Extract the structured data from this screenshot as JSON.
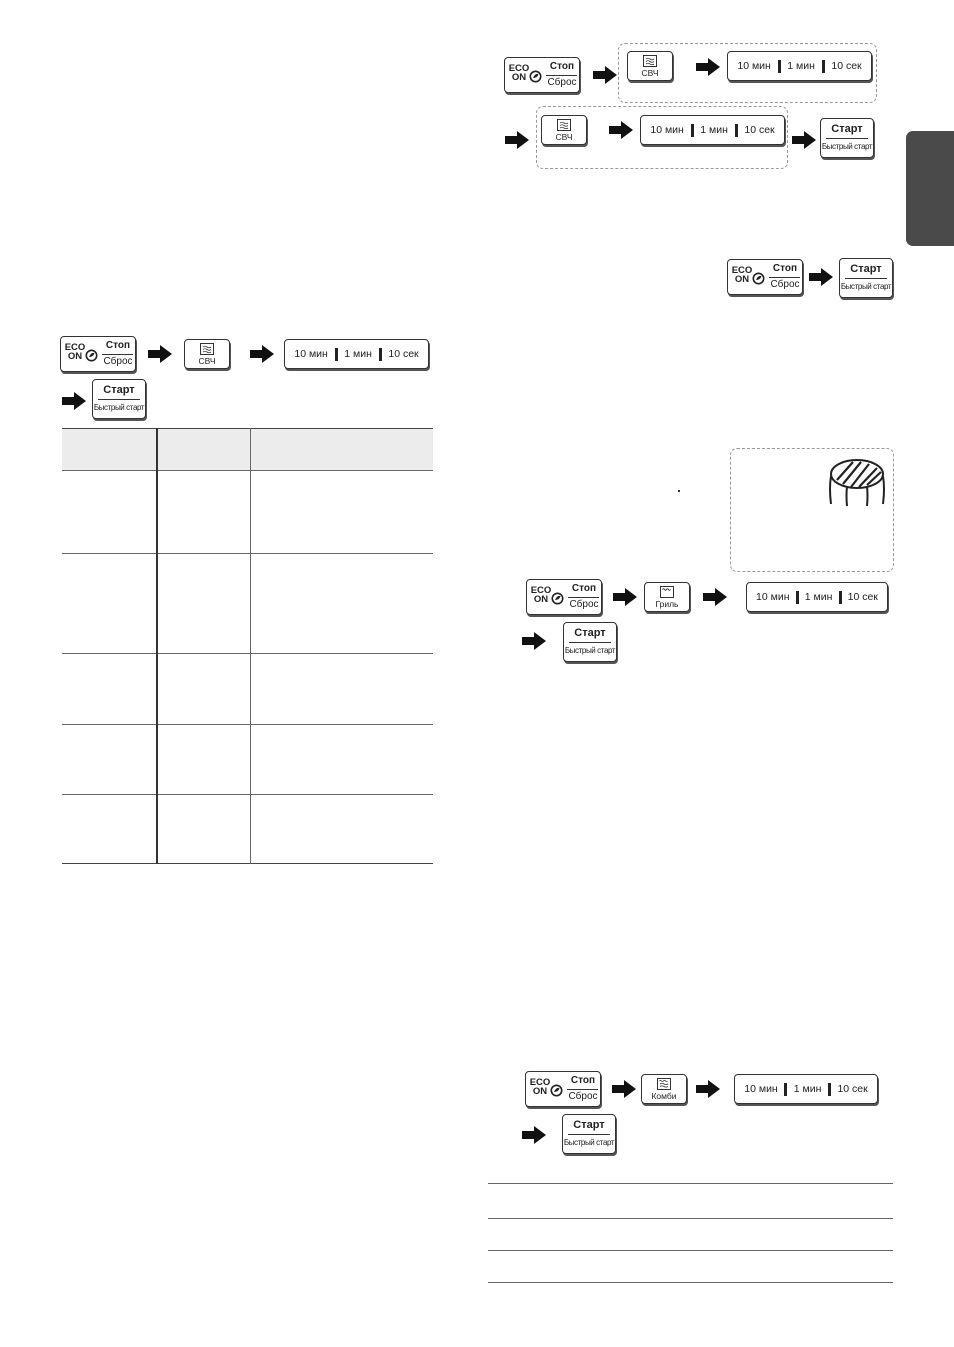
{
  "side_tab": {
    "color": "#4a4a4a"
  },
  "buttons": {
    "eco_line1": "ECO",
    "eco_line2": "ON",
    "stop": "Стоп",
    "reset": "Сброс",
    "mw": "СВЧ",
    "grill": "Гриль",
    "combi": "Комби",
    "t10min": "10 мин",
    "t1min": "1 мин",
    "t10sec": "10 сек",
    "start": "Старт",
    "quick_start": "Быстрый старт"
  },
  "icons": {
    "eco": "eco-leaf-icon",
    "microwave": "microwave-waves-icon",
    "grill": "grill-heater-icon",
    "combi": "combi-icon",
    "arrow": "right-arrow-icon",
    "rack": "grill-rack-icon"
  }
}
